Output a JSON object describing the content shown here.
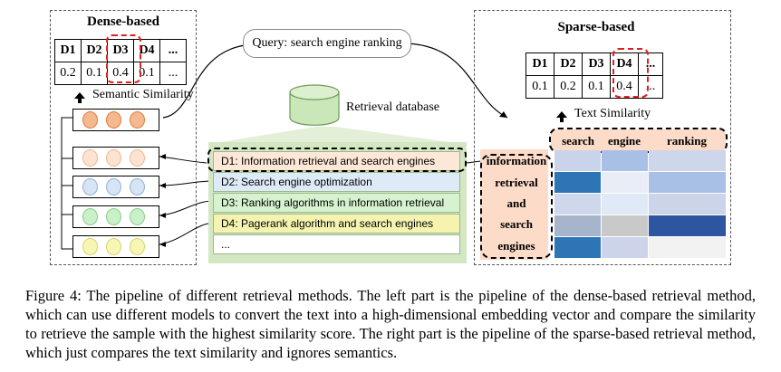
{
  "dense": {
    "title": "Dense-based",
    "headers": [
      "D1",
      "D2",
      "D3",
      "D4",
      "..."
    ],
    "scores": [
      "0.2",
      "0.1",
      "0.4",
      "0.1",
      "..."
    ],
    "similarity_label": "Semantic Similarity",
    "embedding_rows": [
      {
        "fill": "#f5b98f",
        "stroke": "#e07a3a"
      },
      {
        "fill": "#fde3d0",
        "stroke": "#efb691"
      },
      {
        "fill": "#d6e4f5",
        "stroke": "#8fb1dc"
      },
      {
        "fill": "#c9f0c9",
        "stroke": "#84cf84"
      },
      {
        "fill": "#f8f6b5",
        "stroke": "#d6d26a"
      }
    ]
  },
  "query": {
    "text": "Query: search engine ranking"
  },
  "database": {
    "label": "Retrieval database",
    "docs": [
      {
        "text": "D1: Information retrieval and search engines",
        "bg": "#fde8d8"
      },
      {
        "text": "D2: Search engine optimization",
        "bg": "#deeaf7"
      },
      {
        "text": "D3: Ranking algorithms in information retrieval",
        "bg": "#d6f2cf"
      },
      {
        "text": "D4: Pagerank algorithm and search engines",
        "bg": "#f6f3b0"
      },
      {
        "text": "...",
        "bg": "#ffffff"
      }
    ]
  },
  "sparse": {
    "title": "Sparse-based",
    "headers": [
      "D1",
      "D2",
      "D3",
      "D4",
      "..."
    ],
    "scores": [
      "0.1",
      "0.2",
      "0.1",
      "0.4",
      "..."
    ],
    "similarity_label": "Text Similarity",
    "query_terms": [
      "search",
      "engine",
      "ranking"
    ],
    "doc_terms": [
      "information",
      "retrieval",
      "and",
      "search",
      "engines"
    ],
    "heatmap_colors": [
      [
        "#c9d4ea",
        "#a8c0e6",
        "#cdd6ea"
      ],
      [
        "#2e75b6",
        "#e9edf5",
        "#a9c0e6"
      ],
      [
        "#cfd7ea",
        "#e0eaf7",
        "#ccd4ea"
      ],
      [
        "#a7b5cc",
        "#c9c9c9",
        "#2e55a0"
      ],
      [
        "#2e75b6",
        "#cdd4ea",
        "#f2f2f2"
      ]
    ]
  },
  "caption": {
    "text": "Figure 4: The pipeline of different retrieval methods. The left part is the pipeline of the dense-based retrieval method, which can use different models to convert the text into a high-dimensional embedding vector and compare the similarity to retrieve the sample with the highest similarity score. The right part is the pipeline of the sparse-based retrieval method, which just compares the text similarity and ignores semantics."
  }
}
